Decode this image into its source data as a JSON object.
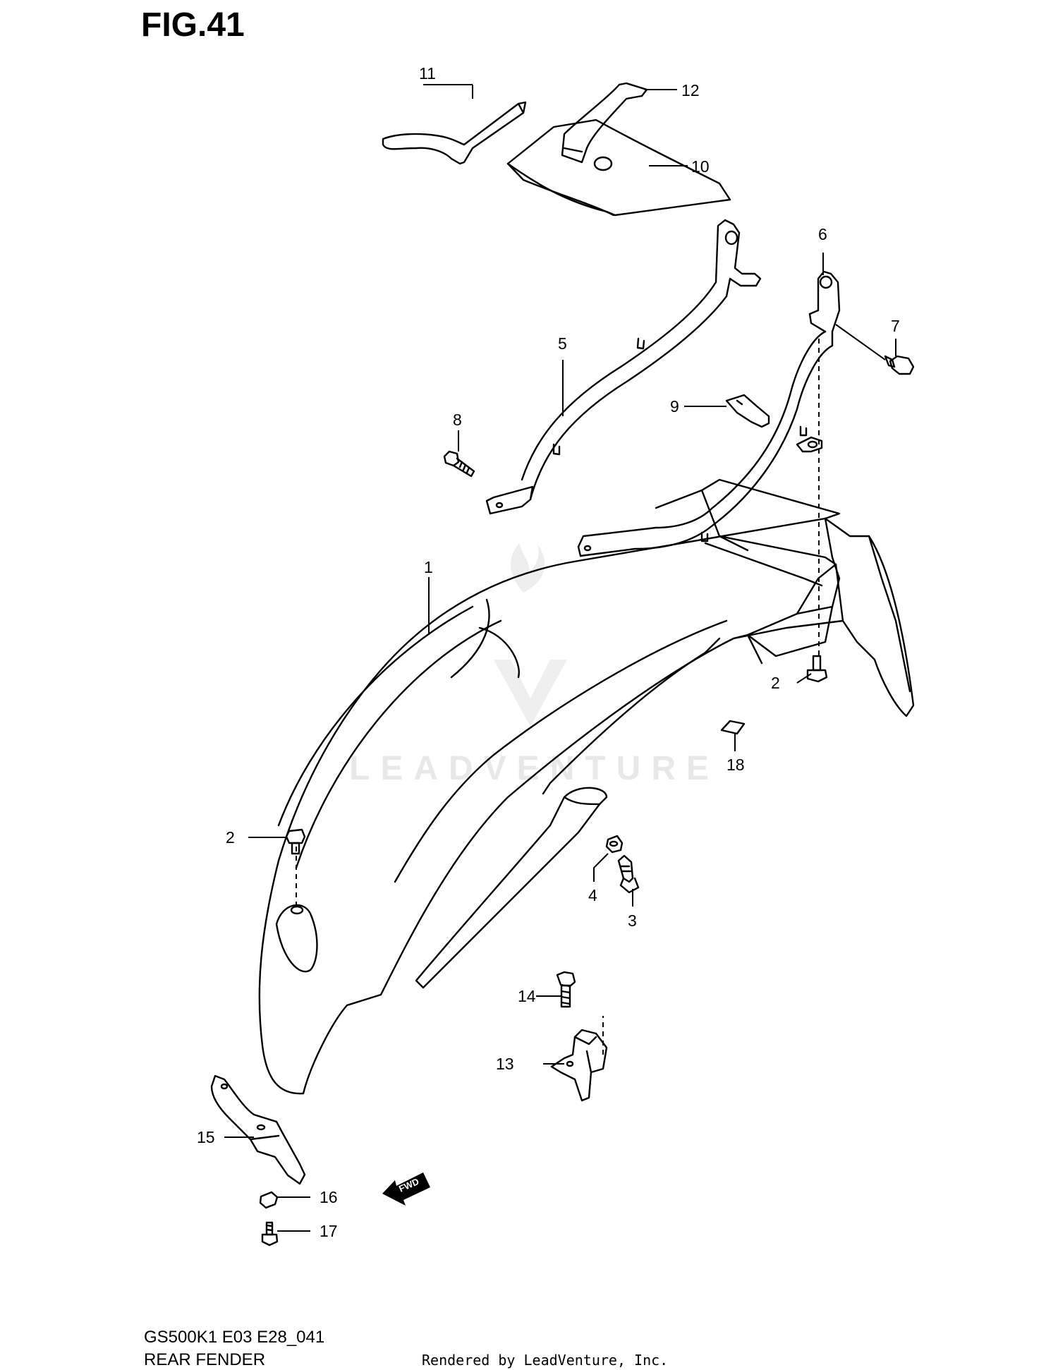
{
  "figure": {
    "title": "FIG.41"
  },
  "footer": {
    "code": "GS500K1 E03 E28_041",
    "name": "REAR FENDER",
    "credit": "Rendered by LeadVenture, Inc."
  },
  "watermark": {
    "text": "LEADVENTURE"
  },
  "fwd_marker": {
    "label": "FWD"
  },
  "callouts": {
    "c1": "1",
    "c2a": "2",
    "c2b": "2",
    "c3": "3",
    "c4": "4",
    "c5": "5",
    "c6": "6",
    "c7": "7",
    "c8": "8",
    "c9": "9",
    "c10": "10",
    "c11": "11",
    "c12": "12",
    "c13": "13",
    "c14": "14",
    "c15": "15",
    "c16": "16",
    "c17": "17",
    "c18": "18"
  },
  "colors": {
    "line": "#000000",
    "watermark": "#e8e8e8",
    "background": "#ffffff"
  }
}
